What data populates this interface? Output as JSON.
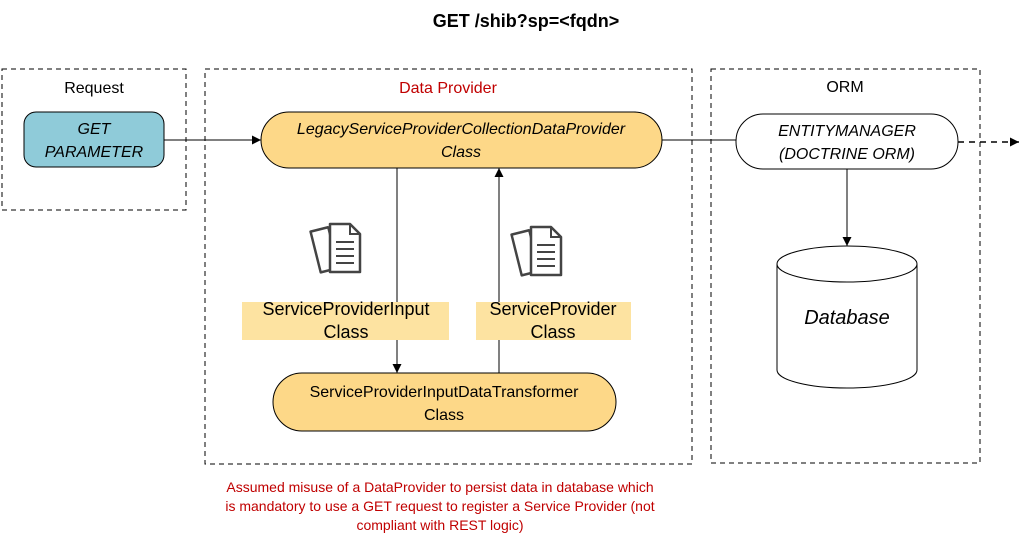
{
  "title": "GET /shib?sp=<fqdn>",
  "colors": {
    "request_node": "#8fcbd9",
    "class_node": "#fdd888",
    "label_band": "#fde3a1",
    "data_provider_label": "#c00000",
    "note": "#c00000",
    "stroke": "#000000"
  },
  "groups": {
    "request": "Request",
    "data_provider": "Data Provider",
    "orm": "ORM"
  },
  "nodes": {
    "get_parameter": {
      "line1": "GET",
      "line2": "PARAMETER"
    },
    "legacy_provider": {
      "line1": "LegacyServiceProviderCollectionDataProvider",
      "line2": "Class"
    },
    "entity_manager": {
      "line1": "ENTITYMANAGER",
      "line2": "(DOCTRINE ORM)"
    },
    "database": "Database",
    "transformer": {
      "line1": "ServiceProviderInputDataTransformer",
      "line2": "Class"
    }
  },
  "edge_labels": {
    "input_class": {
      "line1": "ServiceProviderInput",
      "line2": "Class"
    },
    "provider_class": {
      "line1": "ServiceProvider",
      "line2": "Class"
    }
  },
  "icons": [
    "documents-icon",
    "documents-icon"
  ],
  "note": {
    "line1": "Assumed misuse of a DataProvider to persist data in database which",
    "line2": "is mandatory to use a GET request to register a Service Provider (not",
    "line3": "compliant with REST logic)"
  }
}
